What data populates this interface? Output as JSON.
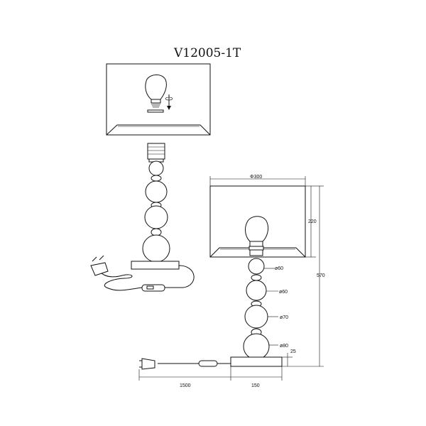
{
  "title": "V12005-1T",
  "dimensions": {
    "shade_diameter": "Φ300",
    "shade_height": "220",
    "total_height": "570",
    "ball_1": "ø60",
    "ball_2": "ø60",
    "ball_3": "ø70",
    "ball_4": "ø80",
    "base_height": "25",
    "cord_length": "1500",
    "base_width": "150"
  }
}
